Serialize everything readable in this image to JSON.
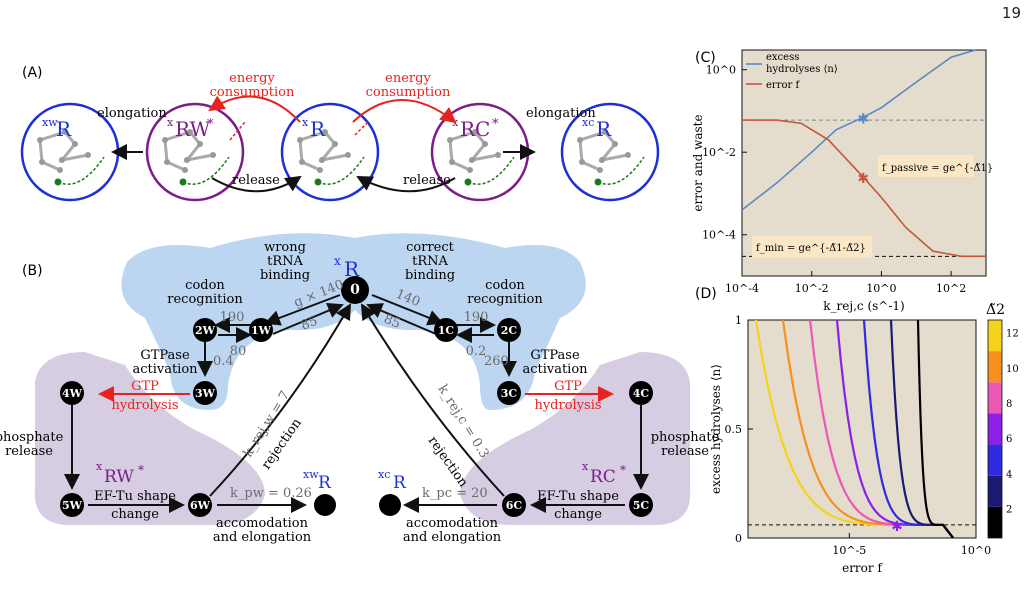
{
  "page_number": "19",
  "panel_a": {
    "label": "(A)",
    "elongation_left": "elongation",
    "elongation_right": "elongation",
    "energy_left": [
      "energy",
      "consumption"
    ],
    "energy_right": [
      "energy",
      "consumption"
    ],
    "release_left": "release",
    "release_right": "release",
    "circles": [
      {
        "sup": "xw",
        "main": "R",
        "star": ""
      },
      {
        "sup": "x",
        "main": "RW",
        "star": "*"
      },
      {
        "sup": "x",
        "main": "R",
        "star": ""
      },
      {
        "sup": "x",
        "main": "RC",
        "star": "*"
      },
      {
        "sup": "xc",
        "main": "R",
        "star": ""
      }
    ]
  },
  "panel_b": {
    "label": "(B)",
    "nodes": [
      "0",
      "1W",
      "2W",
      "3W",
      "4W",
      "5W",
      "6W",
      "1C",
      "2C",
      "3C",
      "4C",
      "5C",
      "6C"
    ],
    "top_label": {
      "sup": "x",
      "main": "R"
    },
    "wrong_binding": [
      "wrong",
      "tRNA",
      "binding"
    ],
    "correct_binding": [
      "correct",
      "tRNA",
      "binding"
    ],
    "codon_left": [
      "codon",
      "recognition"
    ],
    "codon_right": [
      "codon",
      "recognition"
    ],
    "gtpase_left": [
      "GTPase",
      "activation"
    ],
    "gtpase_right": [
      "GTPase",
      "activation"
    ],
    "gtp_left": [
      "GTP",
      "hydrolysis"
    ],
    "gtp_right": [
      "GTP",
      "hydrolysis"
    ],
    "phosphate_left": [
      "phosphate",
      "release"
    ],
    "phosphate_right": [
      "phosphate",
      "release"
    ],
    "efshape_left": [
      "EF-Tu shape",
      "change"
    ],
    "efshape_right": [
      "EF-Tu shape",
      "change"
    ],
    "accom_left": [
      "accomodation",
      "and elongation"
    ],
    "accom_right": [
      "accomodation",
      "and elongation"
    ],
    "rejection": "rejection",
    "rates": {
      "w01": "g × 140",
      "w10": "85",
      "w12": "190",
      "w21": "80",
      "w23": "0.4",
      "c01": "140",
      "c10": "85",
      "c12": "190",
      "c21": "0.2",
      "c23": "260",
      "krejw": "k_rej,w = 7",
      "krejc": "k_rej,c = 0.3",
      "kpw": "k_pw = 0.26",
      "kpc": "k_pc = 20"
    },
    "rw_label": {
      "sup": "x",
      "main": "RW",
      "star": "*"
    },
    "rc_label": {
      "sup": "x",
      "main": "RC",
      "star": "*"
    },
    "xw_label": {
      "sup": "xw",
      "main": "R"
    },
    "xc_label": {
      "sup": "xc",
      "main": "R"
    }
  },
  "colors": {
    "red": "#e8231d",
    "blue": "#1f2fd6",
    "purple": "#7b1d86",
    "blue_curve": "#5b88c6",
    "red_curve": "#c6573e",
    "panel_bg": "#e4dccd"
  },
  "chart_data": [
    {
      "type": "line",
      "panel": "(C)",
      "xlabel": "k_rej,c (s^-1)",
      "ylabel": "error and waste",
      "x_scale": "log",
      "y_scale": "log",
      "xlim": [
        0.0001,
        1000
      ],
      "ylim": [
        1e-05,
        3
      ],
      "x_ticks": [
        "10^-4",
        "10^-2",
        "10^0",
        "10^2"
      ],
      "y_ticks": [
        "10^0",
        "10^-2",
        "10^-4"
      ],
      "series": [
        {
          "name": "excess hydrolyses ⟨n⟩",
          "color": "#5b88c6",
          "x": [
            0.0001,
            0.001,
            0.01,
            0.05,
            0.3,
            1,
            10,
            100,
            500
          ],
          "y": [
            0.0004,
            0.0018,
            0.01,
            0.035,
            0.07,
            0.12,
            0.5,
            2.0,
            5.0
          ]
        },
        {
          "name": "error f",
          "color": "#c6573e",
          "x": [
            0.0001,
            0.001,
            0.005,
            0.03,
            0.3,
            1,
            5,
            30,
            200,
            1000
          ],
          "y": [
            0.06,
            0.06,
            0.05,
            0.02,
            0.0025,
            0.0008,
            0.00015,
            4e-05,
            3e-05,
            3e-05
          ]
        }
      ],
      "hlines": [
        0.06,
        3e-05
      ],
      "markers": [
        {
          "x": 0.3,
          "y": 0.07
        },
        {
          "x": 0.3,
          "y": 0.0025
        }
      ],
      "annotations": [
        "f_passive = ge^{-Δ̃1}",
        "f_min = ge^{-Δ̃1-Δ̃2}"
      ],
      "legend": "top-left"
    },
    {
      "type": "line",
      "panel": "(D)",
      "xlabel": "error f",
      "ylabel": "excess hydrolyses ⟨n⟩",
      "x_scale": "log",
      "ylim": [
        0,
        1
      ],
      "x_ticks": [
        "10^-5",
        "10^0"
      ],
      "y_ticks": [
        "0",
        "0.5",
        "1"
      ],
      "colorbar_label": "Δ̃2",
      "colorbar_ticks": [
        "2",
        "4",
        "6",
        "8",
        "10",
        "12"
      ],
      "series": [
        {
          "delta2": 13,
          "color": "#f5d31c"
        },
        {
          "delta2": 11,
          "color": "#f6901e"
        },
        {
          "delta2": 9,
          "color": "#ec58b8"
        },
        {
          "delta2": 7,
          "color": "#8c20e6"
        },
        {
          "delta2": 5,
          "color": "#2e2be0"
        },
        {
          "delta2": 3,
          "color": "#1a1a70"
        },
        {
          "delta2": 1,
          "color": "#000000"
        }
      ],
      "hline": 0.06,
      "marker": {
        "color": "#8c20e6"
      }
    }
  ]
}
